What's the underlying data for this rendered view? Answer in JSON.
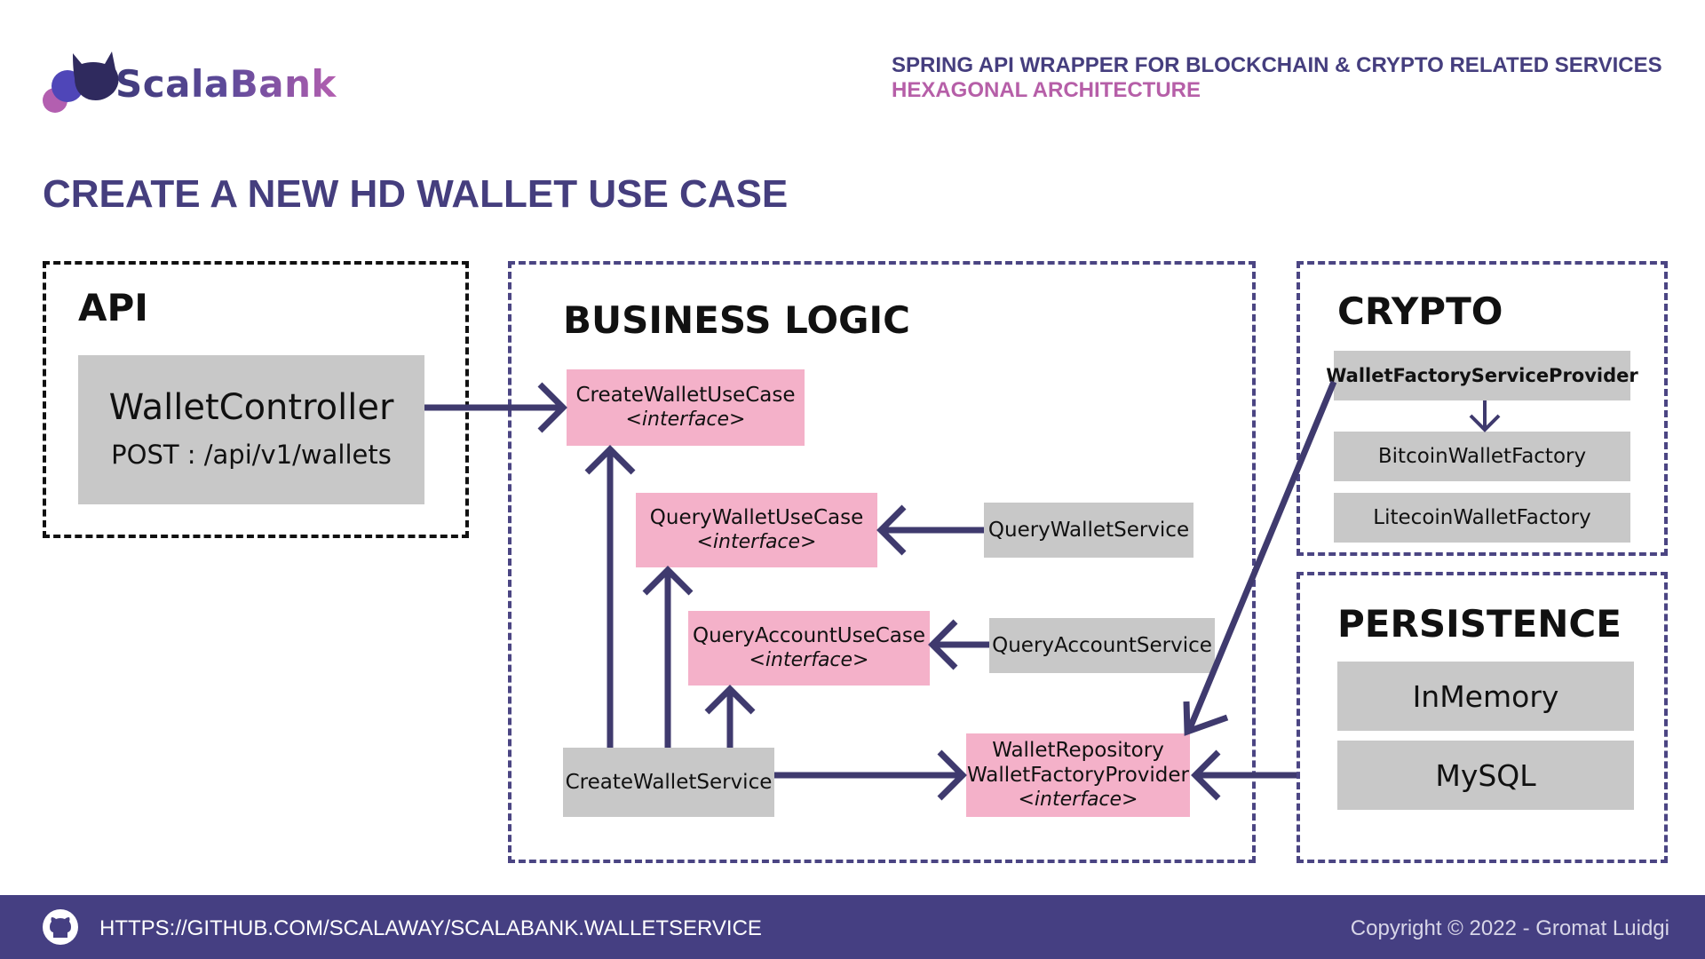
{
  "brand": {
    "name": "ScalaBank"
  },
  "header": {
    "line1": "SPRING API WRAPPER FOR BLOCKCHAIN & CRYPTO RELATED SERVICES",
    "line2": "HEXAGONAL ARCHITECTURE"
  },
  "page_title": "CREATE A NEW HD WALLET USE CASE",
  "zones": {
    "api": {
      "title": "API"
    },
    "business": {
      "title": "BUSINESS LOGIC"
    },
    "crypto": {
      "title": "CRYPTO"
    },
    "persistence": {
      "title": "PERSISTENCE"
    }
  },
  "api": {
    "controller_name": "WalletController",
    "controller_route": "POST : /api/v1/wallets"
  },
  "business": {
    "create_usecase": {
      "name": "CreateWalletUseCase",
      "stereotype": "<interface>"
    },
    "query_wallet_usecase": {
      "name": "QueryWalletUseCase",
      "stereotype": "<interface>"
    },
    "query_account_usecase": {
      "name": "QueryAccountUseCase",
      "stereotype": "<interface>"
    },
    "query_wallet_service": "QueryWalletService",
    "query_account_service": "QueryAccountService",
    "create_wallet_service": "CreateWalletService",
    "repository": {
      "line1": "WalletRepository",
      "line2": "WalletFactoryProvider",
      "stereotype": "<interface>"
    }
  },
  "crypto": {
    "provider": "WalletFactoryServiceProvider",
    "bitcoin": "BitcoinWalletFactory",
    "litecoin": "LitecoinWalletFactory"
  },
  "persistence": {
    "inmemory": "InMemory",
    "mysql": "MySQL"
  },
  "footer": {
    "link": "HTTPS://GITHUB.COM/SCALAWAY/SCALABANK.WALLETSERVICE",
    "copyright": "Copyright © 2022 - Gromat Luidgi"
  },
  "icons": {
    "logo": "cat-logo-icon",
    "github": "github-icon"
  },
  "colors": {
    "brand_dark": "#453e7e",
    "brand_pink": "#b65fa8",
    "interface_box": "#f4b1c9",
    "component_box": "#c8c8c8",
    "arrow": "#3f3a6e"
  }
}
